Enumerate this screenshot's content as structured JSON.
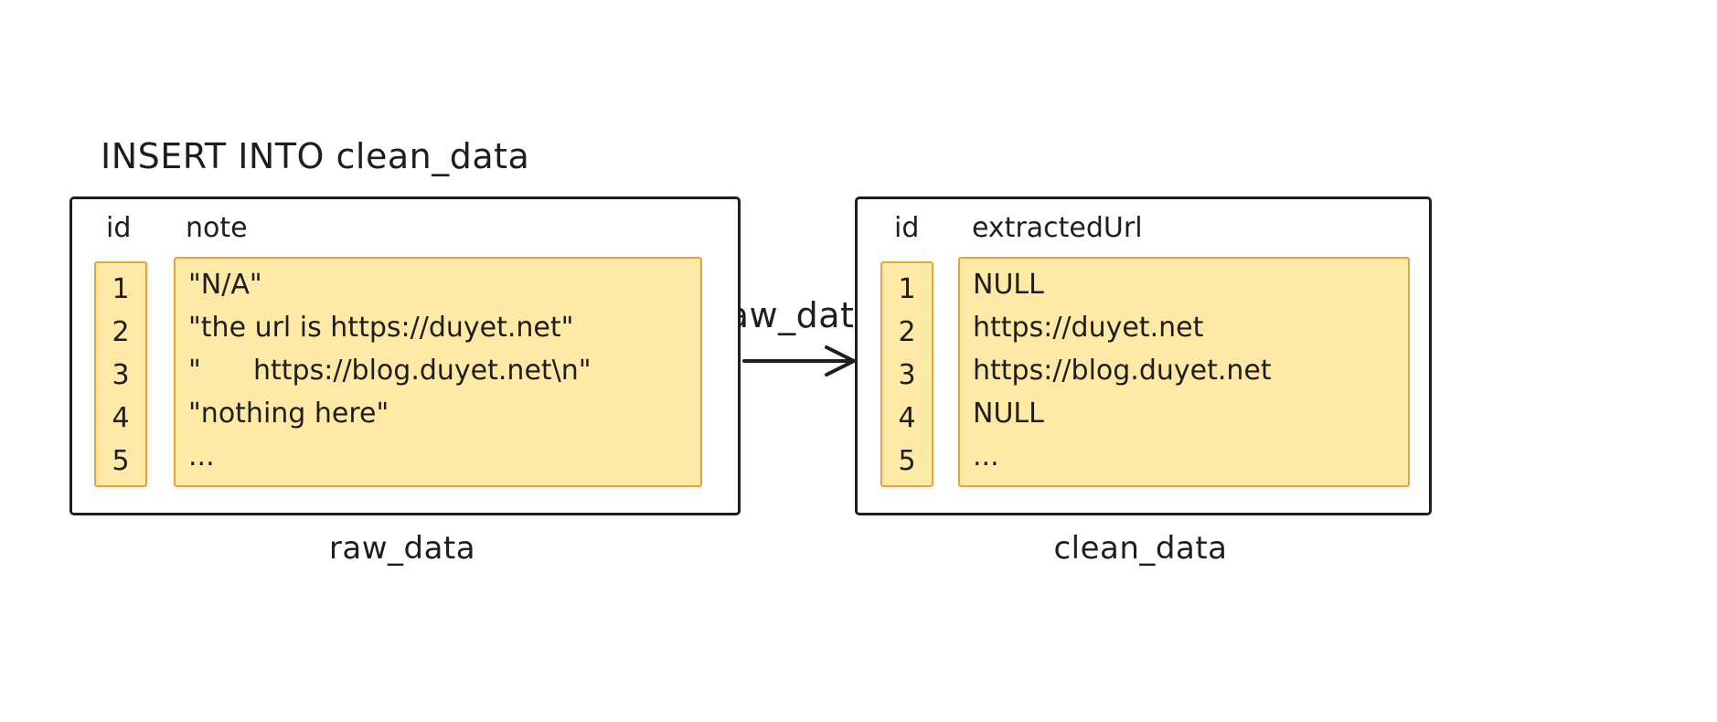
{
  "title": {
    "line1": "INSERT INTO clean_data",
    "line2": "SELECT id, extractUrl(note) FROM raw_data"
  },
  "colors": {
    "cell_fill": "#ffe9a6",
    "cell_stroke": "#e8a33d",
    "ink": "#1e1e1e"
  },
  "raw_table": {
    "caption": "raw_data",
    "columns": {
      "id": "id",
      "value": "note"
    },
    "ids": [
      "1",
      "2",
      "3",
      "4",
      "5"
    ],
    "values": [
      "\"N/A\"",
      "\"the url is https://duyet.net\"",
      "\"      https://blog.duyet.net\\n\"",
      "\"nothing here\"",
      "..."
    ]
  },
  "clean_table": {
    "caption": "clean_data",
    "columns": {
      "id": "id",
      "value": "extractedUrl"
    },
    "ids": [
      "1",
      "2",
      "3",
      "4",
      "5"
    ],
    "values": [
      "NULL",
      "https://duyet.net",
      "https://blog.duyet.net",
      "NULL",
      "..."
    ]
  }
}
